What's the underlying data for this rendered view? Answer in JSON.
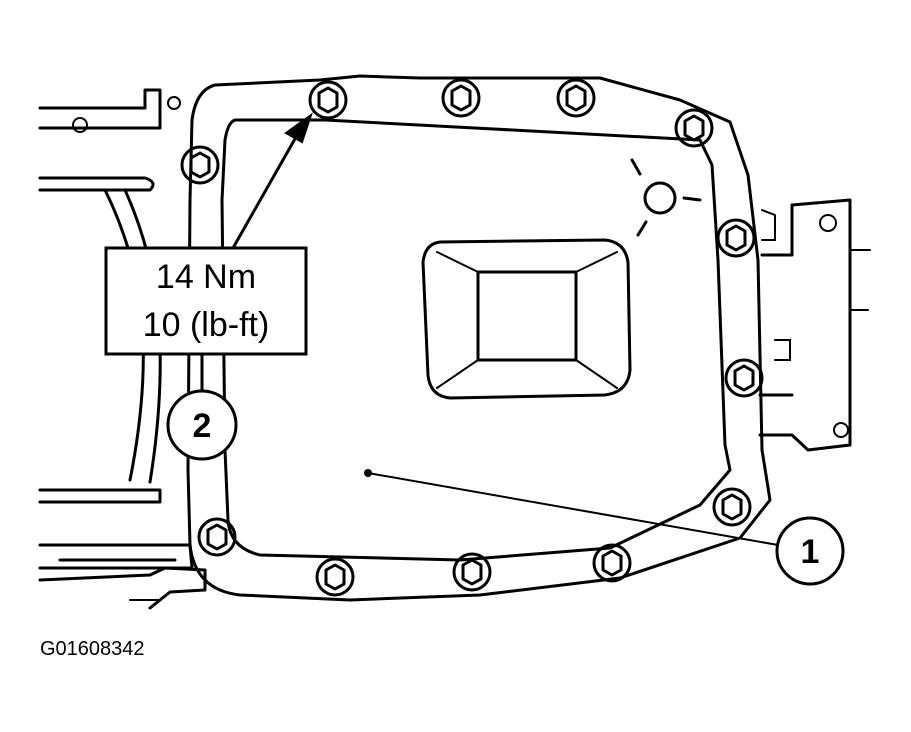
{
  "torque_callout": {
    "line1": "14 Nm",
    "line2": "10 (lb-ft)"
  },
  "callouts": {
    "item_1": "1",
    "item_2": "2"
  },
  "figure_id": "G01608342",
  "colors": {
    "line": "#000000",
    "background": "#ffffff"
  }
}
